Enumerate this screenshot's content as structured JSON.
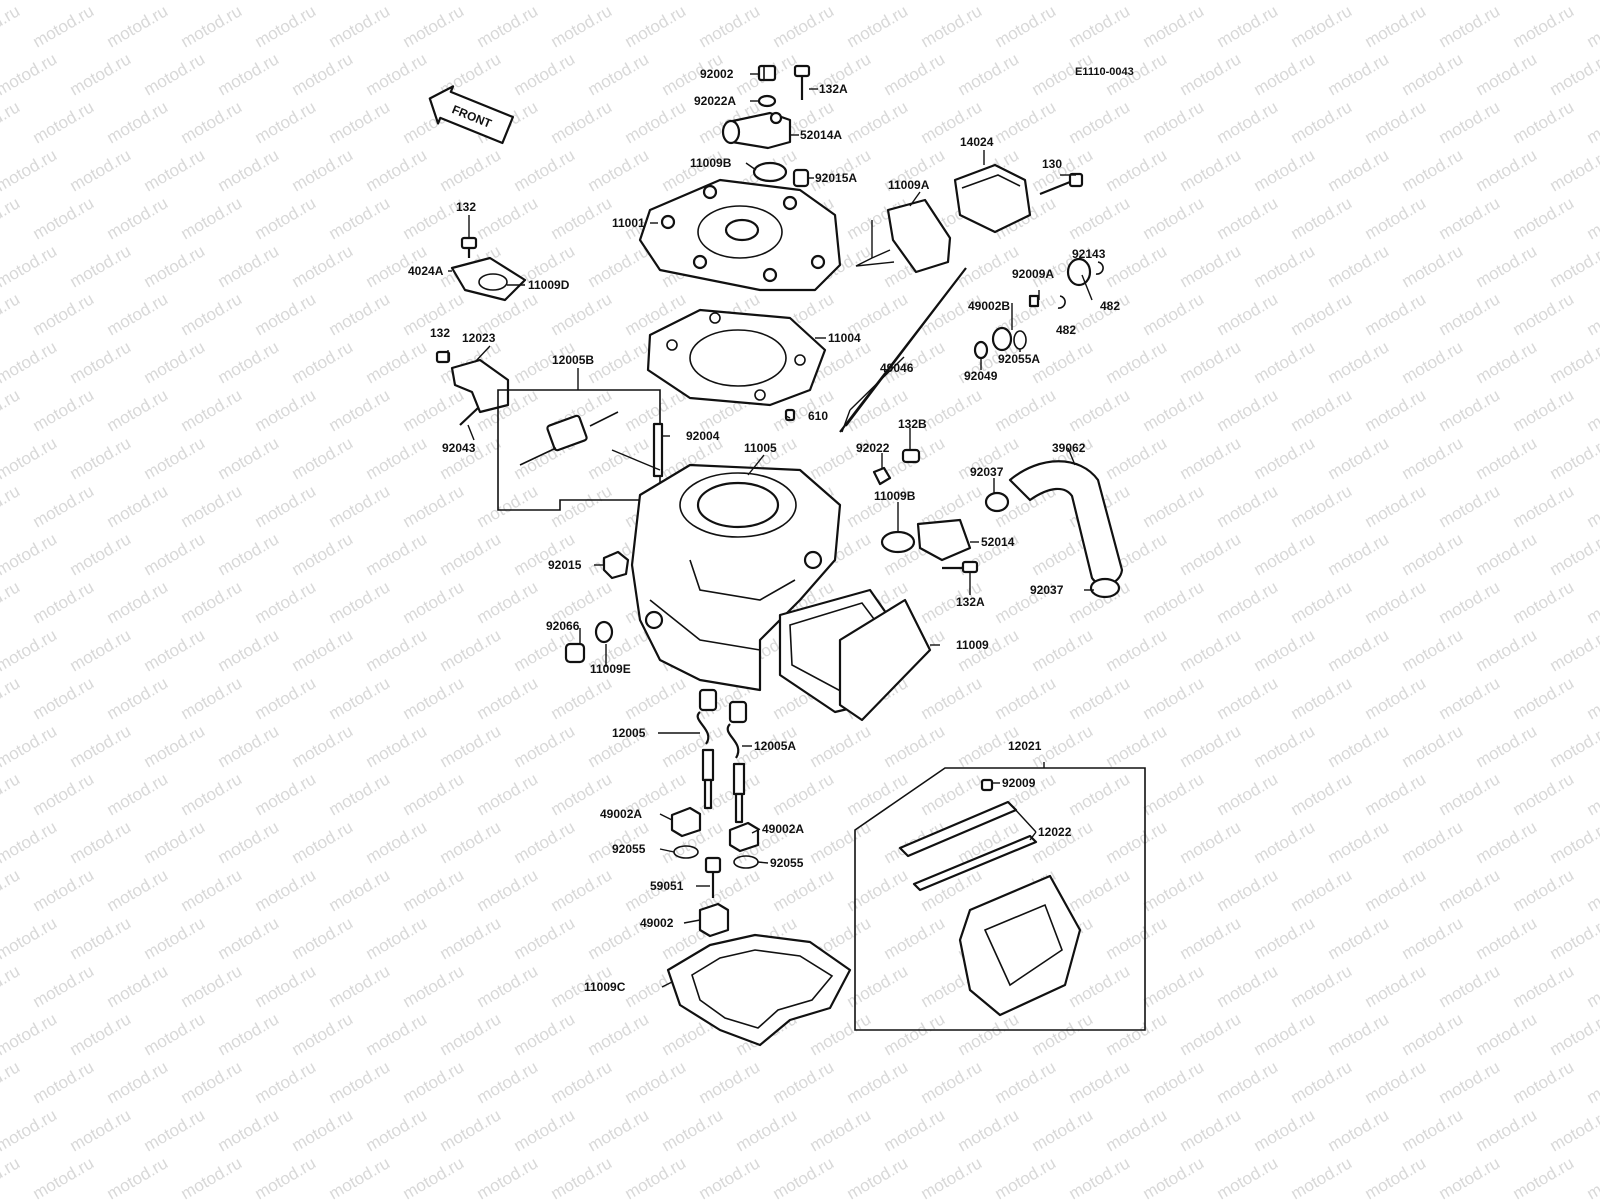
{
  "diagram_code": "E1110-0043",
  "front_label": "FRONT",
  "watermark": "motod.ru",
  "parts": [
    {
      "ref": "92002"
    },
    {
      "ref": "132A"
    },
    {
      "ref": "92022A"
    },
    {
      "ref": "52014A"
    },
    {
      "ref": "11009B"
    },
    {
      "ref": "92015A"
    },
    {
      "ref": "11001"
    },
    {
      "ref": "11009A"
    },
    {
      "ref": "14024"
    },
    {
      "ref": "130"
    },
    {
      "ref": "132"
    },
    {
      "ref": "4024A"
    },
    {
      "ref": "11009D"
    },
    {
      "ref": "92143"
    },
    {
      "ref": "92009A"
    },
    {
      "ref": "482"
    },
    {
      "ref": "49002B"
    },
    {
      "ref": "482"
    },
    {
      "ref": "92055A"
    },
    {
      "ref": "11004"
    },
    {
      "ref": "132"
    },
    {
      "ref": "12023"
    },
    {
      "ref": "12005B"
    },
    {
      "ref": "49046"
    },
    {
      "ref": "92049"
    },
    {
      "ref": "610"
    },
    {
      "ref": "92043"
    },
    {
      "ref": "92004"
    },
    {
      "ref": "11005"
    },
    {
      "ref": "132B"
    },
    {
      "ref": "92022"
    },
    {
      "ref": "39062"
    },
    {
      "ref": "92037"
    },
    {
      "ref": "11009B"
    },
    {
      "ref": "52014"
    },
    {
      "ref": "92015"
    },
    {
      "ref": "132A"
    },
    {
      "ref": "92037"
    },
    {
      "ref": "92066"
    },
    {
      "ref": "11009"
    },
    {
      "ref": "11009E"
    },
    {
      "ref": "12005"
    },
    {
      "ref": "12005A"
    },
    {
      "ref": "12021"
    },
    {
      "ref": "92009"
    },
    {
      "ref": "49002A"
    },
    {
      "ref": "49002A"
    },
    {
      "ref": "12022"
    },
    {
      "ref": "92055"
    },
    {
      "ref": "92055"
    },
    {
      "ref": "59051"
    },
    {
      "ref": "49002"
    },
    {
      "ref": "11009C"
    }
  ]
}
